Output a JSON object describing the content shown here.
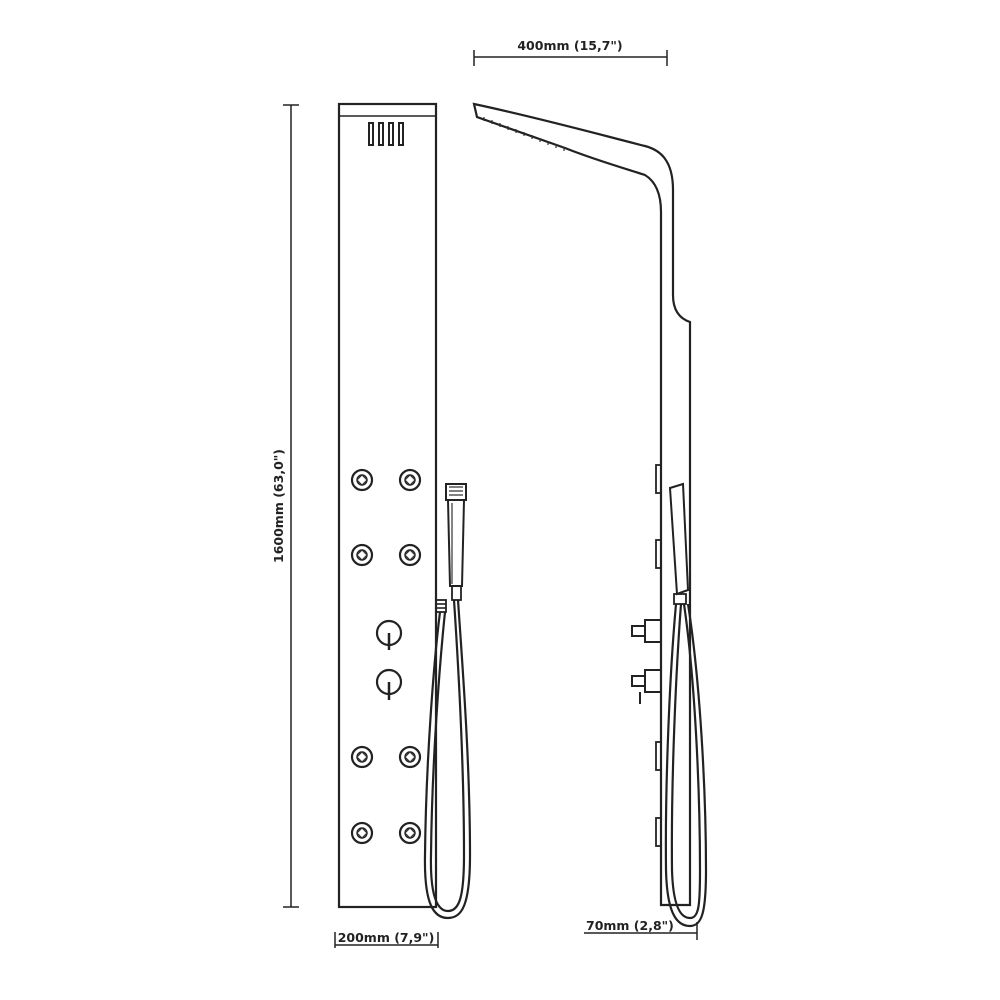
{
  "dimensions": {
    "height": "1600mm (63,0\")",
    "front_width": "200mm (7,9\")",
    "head_reach": "400mm (15,7\")",
    "side_depth": "70mm (2,8\")"
  },
  "colors": {
    "line": "#222222",
    "background": "#ffffff"
  }
}
